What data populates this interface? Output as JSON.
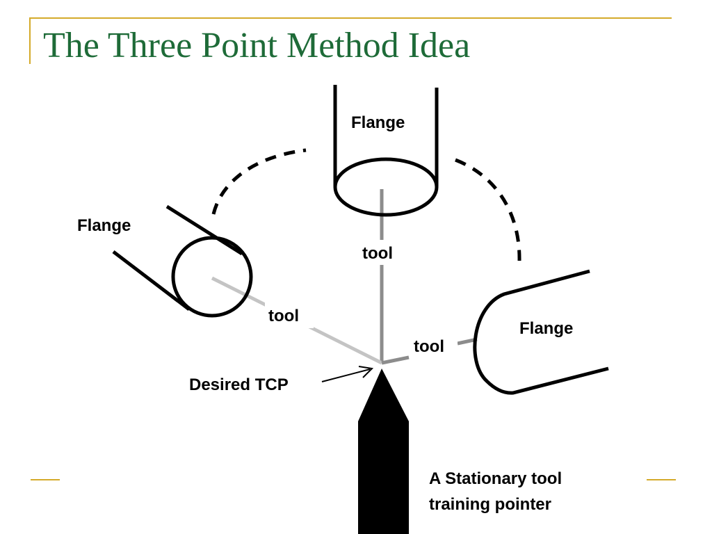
{
  "slide": {
    "title": "The Three Point Method Idea"
  },
  "diagram": {
    "labels": {
      "flange_top": "Flange",
      "flange_left": "Flange",
      "flange_right": "Flange",
      "tool_top": "tool",
      "tool_left": "tool",
      "tool_right": "tool",
      "desired_tcp": "Desired TCP",
      "pointer_line1": "A Stationary tool",
      "pointer_line2": "training pointer"
    }
  },
  "colors": {
    "title": "#1e6b38",
    "accent_rule": "#d4aa2a",
    "tool_top": "#8c8c8c",
    "tool_left": "#c4c4c4",
    "tool_right": "#8c8c8c",
    "outline": "#000000"
  }
}
